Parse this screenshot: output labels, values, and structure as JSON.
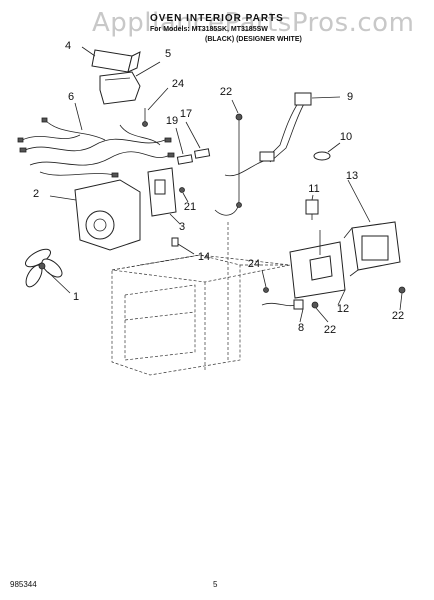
{
  "watermark": "AppliancePartsPros.com",
  "header": {
    "title": "OVEN INTERIOR PARTS",
    "model_line": "For Models: MT3185SK, MT3185SW",
    "variant_line": "(BLACK)  (DESIGNER WHITE)"
  },
  "footer": {
    "doc_number": "985344",
    "page_number": "5"
  },
  "callouts": [
    "4",
    "5",
    "24",
    "22",
    "9",
    "6",
    "17",
    "19",
    "10",
    "11",
    "13",
    "2",
    "21",
    "3",
    "1",
    "14",
    "24",
    "12",
    "22",
    "8",
    "22"
  ]
}
